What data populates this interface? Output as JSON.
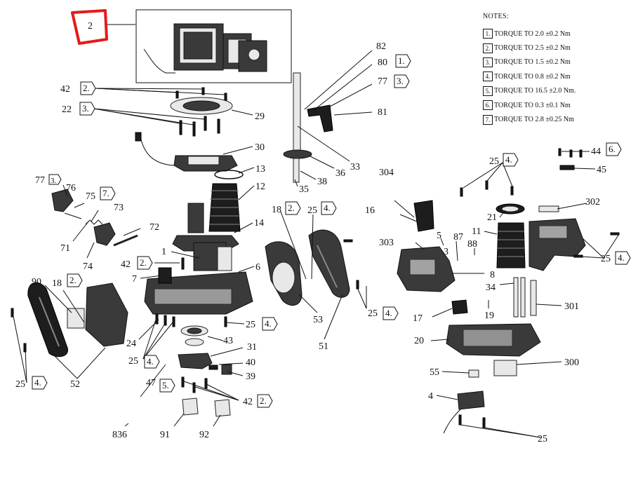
{
  "notes": {
    "title": "NOTES:",
    "items": [
      {
        "num": "1.",
        "text": "TORQUE TO 2.0 ±0.2 Nm"
      },
      {
        "num": "2.",
        "text": "TORQUE TO 2.5 ±0.2 Nm"
      },
      {
        "num": "3.",
        "text": "TORQUE TO 1.5 ±0.2 Nm"
      },
      {
        "num": "4.",
        "text": "TORQUE TO 0.8 ±0.2 Nm"
      },
      {
        "num": "5.",
        "text": "TORQUE TO 16.5 ±2.0 Nm."
      },
      {
        "num": "6.",
        "text": "TORQUE TO 0.3 ±0.1 Nm"
      },
      {
        "num": "7.",
        "text": "TORQUE TO 2.8 ±0.25 Nm"
      }
    ]
  },
  "highlight": {
    "label": "2",
    "color": "#e31b1b"
  },
  "callouts": {
    "c2": "2",
    "c42a": "42",
    "c22": "22",
    "c29": "29",
    "c30": "30",
    "c13": "13",
    "c12": "12",
    "c14": "14",
    "c1": "1",
    "c6": "6",
    "c42b": "42",
    "c7": "7",
    "c77a": "77",
    "c76": "76",
    "c75": "75",
    "c73": "73",
    "c72": "72",
    "c71": "71",
    "c74": "74",
    "c90": "90",
    "c18a": "18",
    "c24": "24",
    "c25a": "25",
    "c43": "43",
    "c31": "31",
    "c40": "40",
    "c39": "39",
    "c47": "47",
    "c42c": "42",
    "c25b": "25",
    "c52": "52",
    "c25c": "25",
    "c91": "91",
    "c92": "92",
    "c836": "836",
    "c82": "82",
    "c80": "80",
    "c77b": "77",
    "c81": "81",
    "c36": "36",
    "c33": "33",
    "c38": "38",
    "c35": "35",
    "c18b": "18",
    "c25d": "25",
    "c53": "53",
    "c51": "51",
    "c25e": "25",
    "c304": "304",
    "c16": "16",
    "c303": "303",
    "c5": "5",
    "c3": "3",
    "c87": "87",
    "c88": "88",
    "c8": "8",
    "c34": "34",
    "c19": "19",
    "c17": "17",
    "c301": "301",
    "c20": "20",
    "c300": "300",
    "c55": "55",
    "c4": "4",
    "c25f": "25",
    "c25g": "25",
    "c21": "21",
    "c11": "11",
    "c302": "302",
    "c25h": "25",
    "c44": "44",
    "c45": "45"
  },
  "tags": {
    "t2a": "2.",
    "t3a": "3.",
    "t3b": "3.",
    "t7a": "7.",
    "t2b": "2.",
    "t2c": "2.",
    "t4a": "4.",
    "t4b": "4.",
    "t5a": "5.",
    "t2d": "2.",
    "t4c": "4.",
    "t1a": "1.",
    "t3c": "3.",
    "t2e": "2.",
    "t4d": "4.",
    "t4e": "4.",
    "t4f": "4.",
    "t4g": "4.",
    "t6a": "6."
  }
}
